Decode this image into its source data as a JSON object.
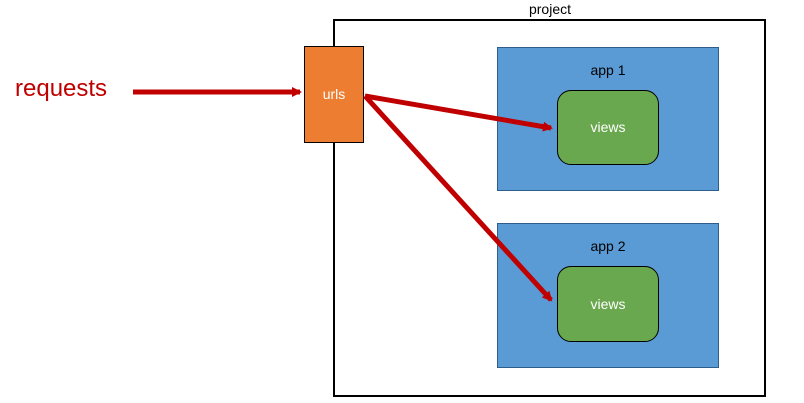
{
  "diagram": {
    "project_label": "project",
    "urls_label": "urls",
    "requests_label": "requests",
    "apps": [
      {
        "label": "app 1",
        "views_label": "views"
      },
      {
        "label": "app 2",
        "views_label": "views"
      }
    ],
    "colors": {
      "arrow": "#c00000",
      "urls_fill": "#ed7d31",
      "app_fill": "#5a9bd5",
      "views_fill": "#6aa84f",
      "frame": "#000000"
    }
  }
}
